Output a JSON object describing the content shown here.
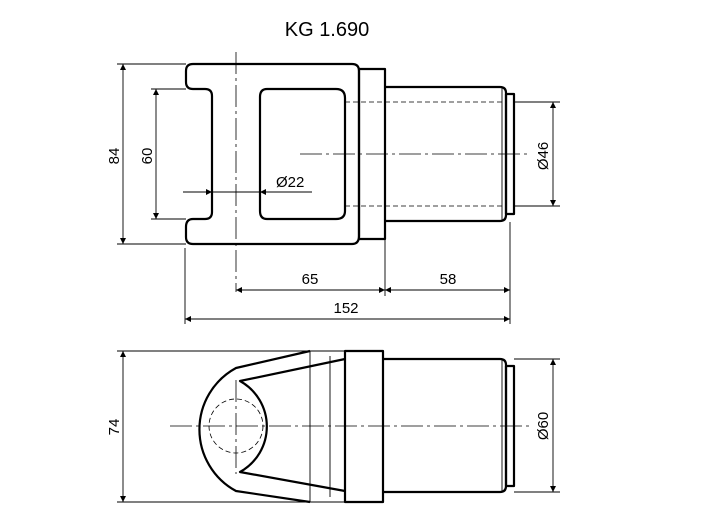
{
  "title": "KG 1.690",
  "views": {
    "top": {
      "dimensions": {
        "overall_height": "84",
        "inner_height": "60",
        "pin_diameter": "Ø22",
        "shaft_diameter": "Ø46",
        "length_to_pin": "65",
        "shaft_length": "58",
        "overall_length": "152"
      }
    },
    "side": {
      "dimensions": {
        "overall_height": "74",
        "shaft_diameter": "Ø60"
      }
    }
  }
}
